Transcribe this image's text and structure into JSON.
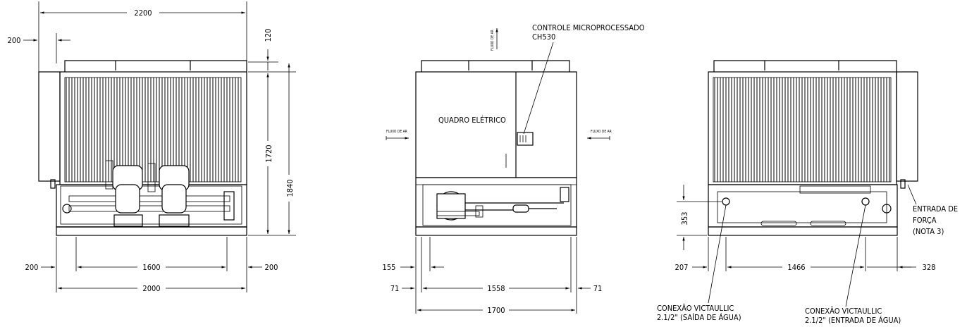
{
  "left_view": {
    "dim_total_width": "2200",
    "dim_offset_top": "200",
    "dim_top_height": "120",
    "dim_coil_height": "1720",
    "dim_total_height": "1840",
    "dim_left_margin": "200",
    "dim_base_inner": "1600",
    "dim_right_margin": "200",
    "dim_base_width": "2000"
  },
  "center_view": {
    "controller_label_line1": "CONTROLE MICROPROCESSADO",
    "controller_label_line2": "CH530",
    "panel_label": "QUADRO ELÉTRICO",
    "airflow_label": "FLUXO DE AR",
    "dim_left_offset": "155",
    "dim_left_small": "71",
    "dim_inner": "1558",
    "dim_right_small": "71",
    "dim_total": "1700"
  },
  "right_view": {
    "dim_conn_height": "353",
    "dim_left": "207",
    "dim_center": "1466",
    "dim_right": "328",
    "power_entry_line1": "ENTRADA DE",
    "power_entry_line2": "FORÇA",
    "power_entry_line3": "(NOTA 3)",
    "outlet_line1": "CONEXÃO VICTAULLIC",
    "outlet_line2": "2.1/2\" (SAÍDA DE ÁGUA)",
    "inlet_line1": "CONEXÃO VICTAULLIC",
    "inlet_line2": "2.1/2\" (ENTRADA DE ÁGUA)"
  }
}
